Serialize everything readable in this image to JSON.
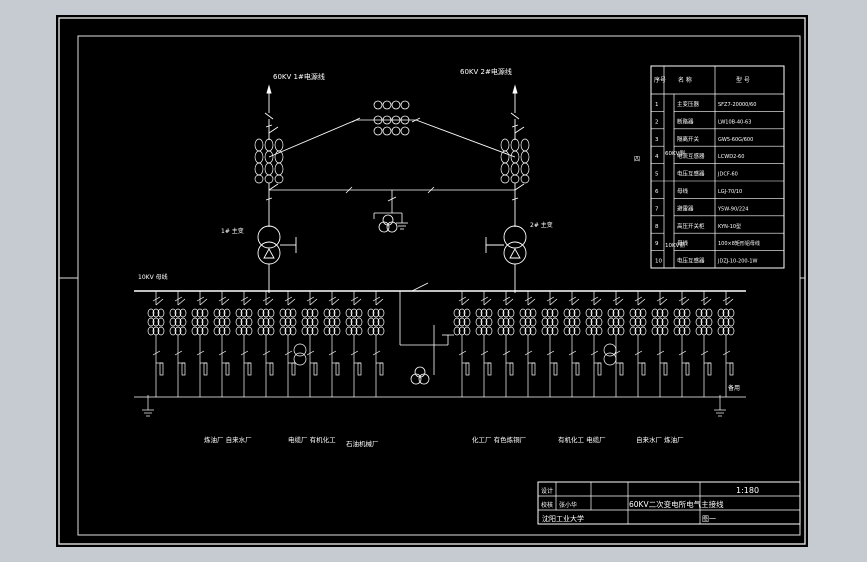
{
  "diagram": {
    "incoming_line_1": "60KV 1#电源线",
    "incoming_line_2": "60KV 2#电源线",
    "transformer_1": "1# 主变",
    "transformer_2": "2# 主变",
    "bus_label": "10KV 母线",
    "spare_label": "备用",
    "side_marker": "四",
    "feeder_groups": [
      "炼油厂 自来水厂",
      "电缆厂 有机化工",
      "石油机械厂",
      "化工厂 有色炼铜厂",
      "有机化工 电缆厂",
      "自来水厂 炼油厂"
    ]
  },
  "equipment_table": {
    "headers": [
      "序号",
      "名 称",
      "型 号"
    ],
    "side_labels": [
      "60KV侧",
      "10KV侧"
    ],
    "rows": [
      {
        "no": "1",
        "name": "主变压器",
        "model": "SFZ7-20000/60"
      },
      {
        "no": "2",
        "name": "断路器",
        "model": "LW10B-40-63"
      },
      {
        "no": "3",
        "name": "隔离开关",
        "model": "GW5-60G/600"
      },
      {
        "no": "4",
        "name": "电流互感器",
        "model": "LCWD2-60"
      },
      {
        "no": "5",
        "name": "电压互感器",
        "model": "JDCF-60"
      },
      {
        "no": "6",
        "name": "母线",
        "model": "LGJ-70/10"
      },
      {
        "no": "7",
        "name": "避雷器",
        "model": "Y5W-90/224"
      },
      {
        "no": "8",
        "name": "高压开关柜",
        "model": "KYN-10型"
      },
      {
        "no": "9",
        "name": "母线",
        "model": "100×8矩形铝母线"
      },
      {
        "no": "10",
        "name": "电压互感器",
        "model": "JDZJ-10-200-1W"
      }
    ]
  },
  "title_block": {
    "role_design": "设计",
    "role_check": "校核",
    "designer": "张小华",
    "university": "沈阳工业大学",
    "drawing_title": "60KV二次变电所电气主接线",
    "scale": "1:180",
    "sheet_no": "图一"
  },
  "colors": {
    "line": "#ffffff",
    "border": "#e8e8e8",
    "background": "#000000",
    "margin": "#c6cad1"
  }
}
